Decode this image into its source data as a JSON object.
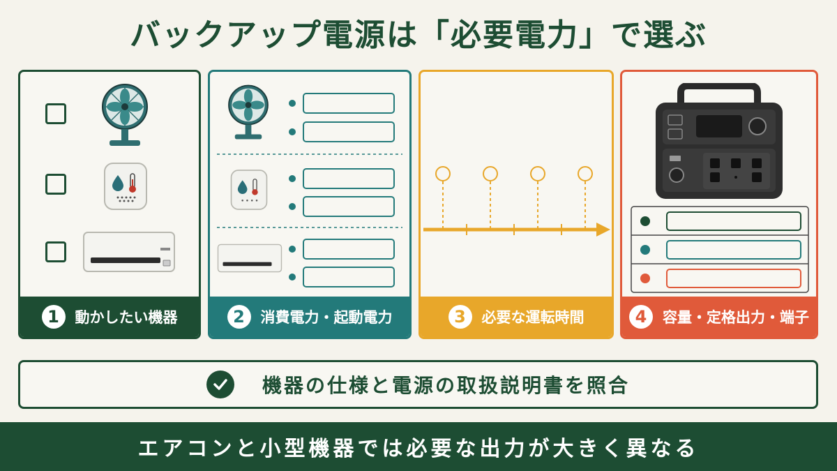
{
  "title": "バックアップ電源は「必要電力」で選ぶ",
  "colors": {
    "dark_green": "#1d4d33",
    "teal": "#237a7a",
    "amber": "#e8a72a",
    "coral": "#e05a3a",
    "background": "#f5f3ec"
  },
  "steps": [
    {
      "number": "1",
      "label": "動かしたい機器",
      "icons": [
        "fan-icon",
        "thermo-hygrometer-icon",
        "air-conditioner-icon"
      ]
    },
    {
      "number": "2",
      "label": "消費電力・起動電力",
      "icons": [
        "fan-icon",
        "thermo-hygrometer-icon",
        "air-conditioner-icon"
      ]
    },
    {
      "number": "3",
      "label": "必要な運転時間",
      "icons": [
        "timeline-arrow-icon"
      ]
    },
    {
      "number": "4",
      "label": "容量・定格出力・端子",
      "icons": [
        "portable-power-station-icon"
      ]
    }
  ],
  "check": {
    "text": "機器の仕様と電源の取扱説明書を照合",
    "icon": "checkmark-icon"
  },
  "footer": "エアコンと小型機器では必要な出力が大きく異なる"
}
